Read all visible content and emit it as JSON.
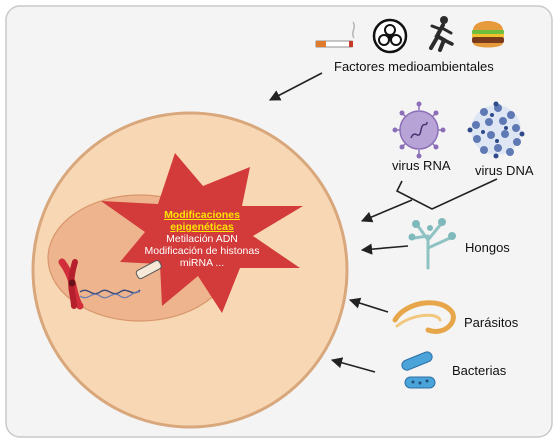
{
  "environment_label": "Factores medioambientales",
  "epigenetics": {
    "title_line1": "Modificaciones",
    "title_line2": "epigenéticas",
    "items": [
      "Metilación ADN",
      "Modificación de histonas",
      "miRNA ..."
    ]
  },
  "agents": {
    "virus_rna": "virus RNA",
    "virus_dna": "virus DNA",
    "hongos": "Hongos",
    "parasitos": "Parásitos",
    "bacterias": "Bacterias"
  },
  "colors": {
    "panel": "#f4f4f5",
    "cell": "#f8d8b4",
    "cell_border": "#d9a77c",
    "nucleus": "#edb48e",
    "star": "#d33a3a",
    "highlight": "#ffe600",
    "virus": "#b8a3d6",
    "virus_dna": "#5f79b5"
  },
  "icons": [
    "cigarette-icon",
    "biohazard-icon",
    "runner-icon",
    "burger-icon",
    "rna-virus-icon",
    "dna-virus-icon",
    "fungus-icon",
    "parasite-icon",
    "bacteria-icon",
    "chromosome-icon"
  ]
}
